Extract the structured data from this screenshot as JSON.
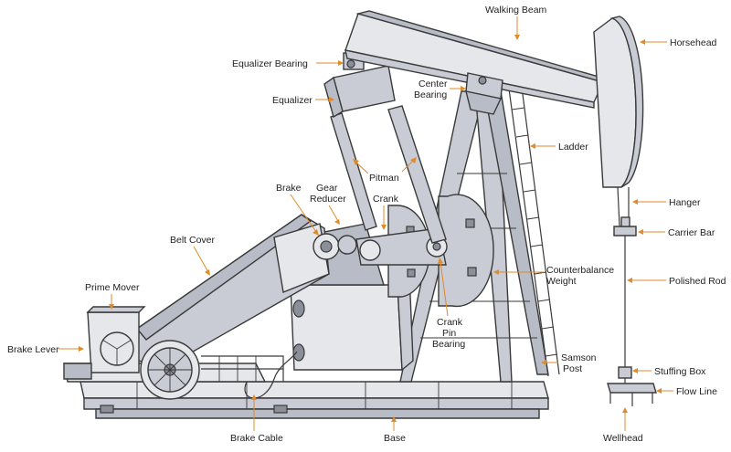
{
  "labels": {
    "walking_beam": "Walking Beam",
    "horsehead": "Horsehead",
    "equalizer_bearing": "Equalizer Bearing",
    "center_bearing_1": "Center",
    "center_bearing_2": "Bearing",
    "equalizer": "Equalizer",
    "ladder": "Ladder",
    "pitman": "Pitman",
    "brake": "Brake",
    "gear_reducer_1": "Gear",
    "gear_reducer_2": "Reducer",
    "crank": "Crank",
    "hanger": "Hanger",
    "belt_cover": "Belt Cover",
    "carrier_bar": "Carrier Bar",
    "counterbalance_1": "Counterbalance",
    "counterbalance_2": "Weight",
    "polished_rod": "Polished Rod",
    "prime_mover": "Prime Mover",
    "crank_pin_1": "Crank",
    "crank_pin_2": "Pin",
    "crank_pin_3": "Bearing",
    "brake_lever": "Brake Lever",
    "samson_post_1": "Samson",
    "samson_post_2": "Post",
    "stuffing_box": "Stuffing Box",
    "flow_line": "Flow Line",
    "brake_cable": "Brake Cable",
    "base": "Base",
    "wellhead": "Wellhead"
  },
  "colors": {
    "leader": "#e08a2a",
    "metal": "#c9ccd4",
    "outline": "#3a3a3a"
  }
}
